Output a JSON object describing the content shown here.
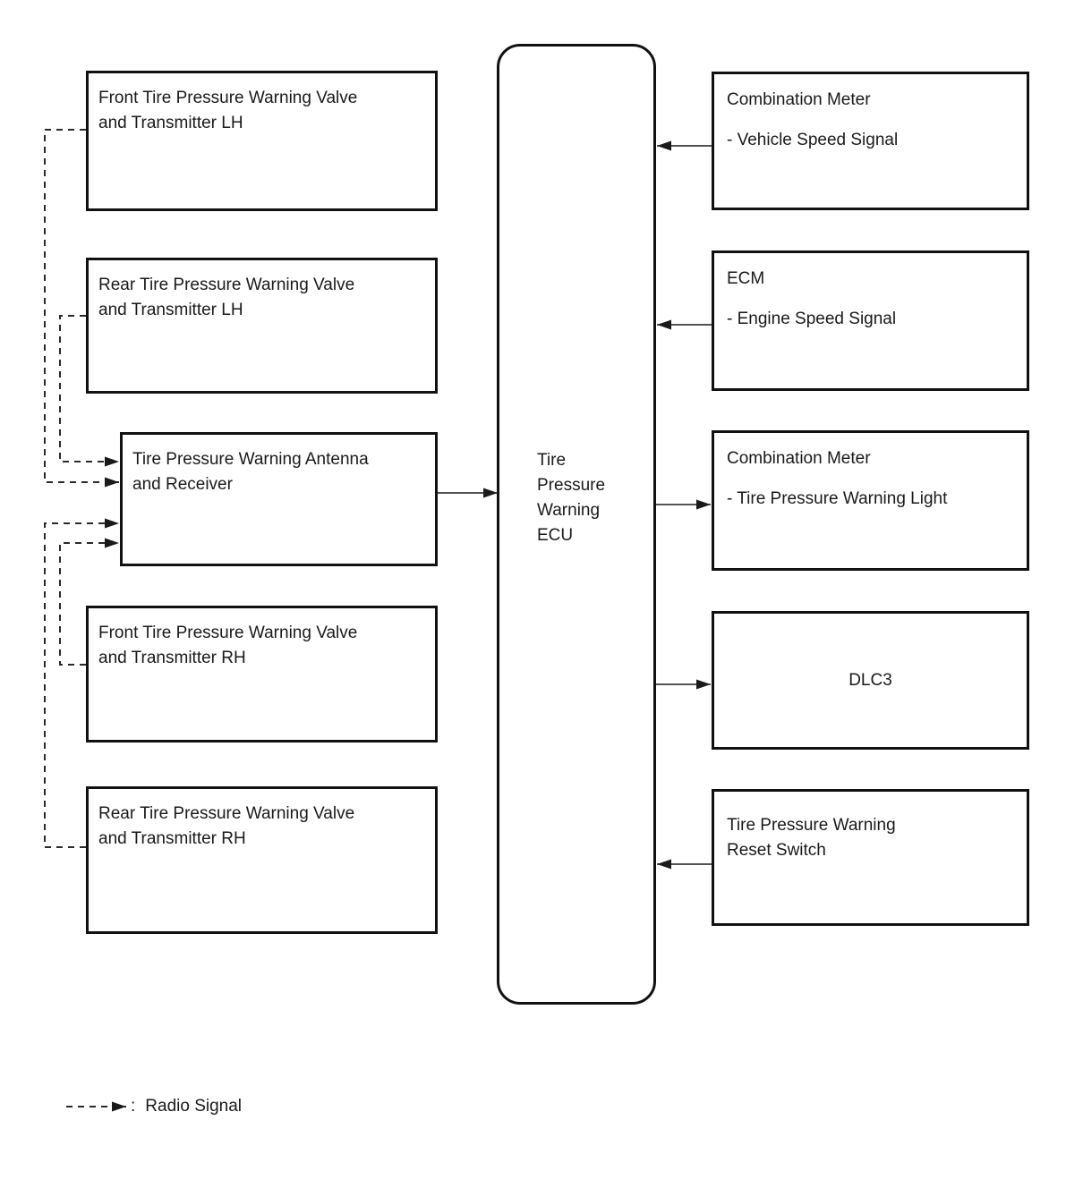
{
  "colors": {
    "line": "#1a1a1a",
    "border": "#111111",
    "text": "#1a1a1a",
    "background": "#ffffff"
  },
  "left_column": {
    "front_lh": {
      "line1": "Front Tire Pressure Warning Valve",
      "line2": "and Transmitter LH"
    },
    "rear_lh": {
      "line1": "Rear Tire Pressure Warning Valve",
      "line2": "and Transmitter LH"
    },
    "antenna": {
      "line1": "Tire Pressure Warning Antenna",
      "line2": "and Receiver"
    },
    "front_rh": {
      "line1": "Front Tire Pressure Warning Valve",
      "line2": "and Transmitter RH"
    },
    "rear_rh": {
      "line1": "Rear Tire Pressure Warning Valve",
      "line2": "and Transmitter RH"
    }
  },
  "ecu": {
    "line1": "Tire",
    "line2": "Pressure",
    "line3": "Warning",
    "line4": "ECU"
  },
  "right_column": {
    "combination_meter_speed": {
      "title": "Combination Meter",
      "signal": "- Vehicle Speed Signal",
      "arrow_direction": "into-ecu"
    },
    "ecm": {
      "title": "ECM",
      "signal": "- Engine Speed Signal",
      "arrow_direction": "into-ecu"
    },
    "combination_meter_light": {
      "title": "Combination Meter",
      "signal": "- Tire Pressure Warning Light",
      "arrow_direction": "from-ecu"
    },
    "dlc3": {
      "title": "DLC3",
      "arrow_direction": "from-ecu"
    },
    "reset_switch": {
      "line1": "Tire Pressure Warning",
      "line2": "Reset Switch",
      "arrow_direction": "into-ecu"
    }
  },
  "legend": {
    "separator": ":",
    "label": "Radio Signal"
  }
}
